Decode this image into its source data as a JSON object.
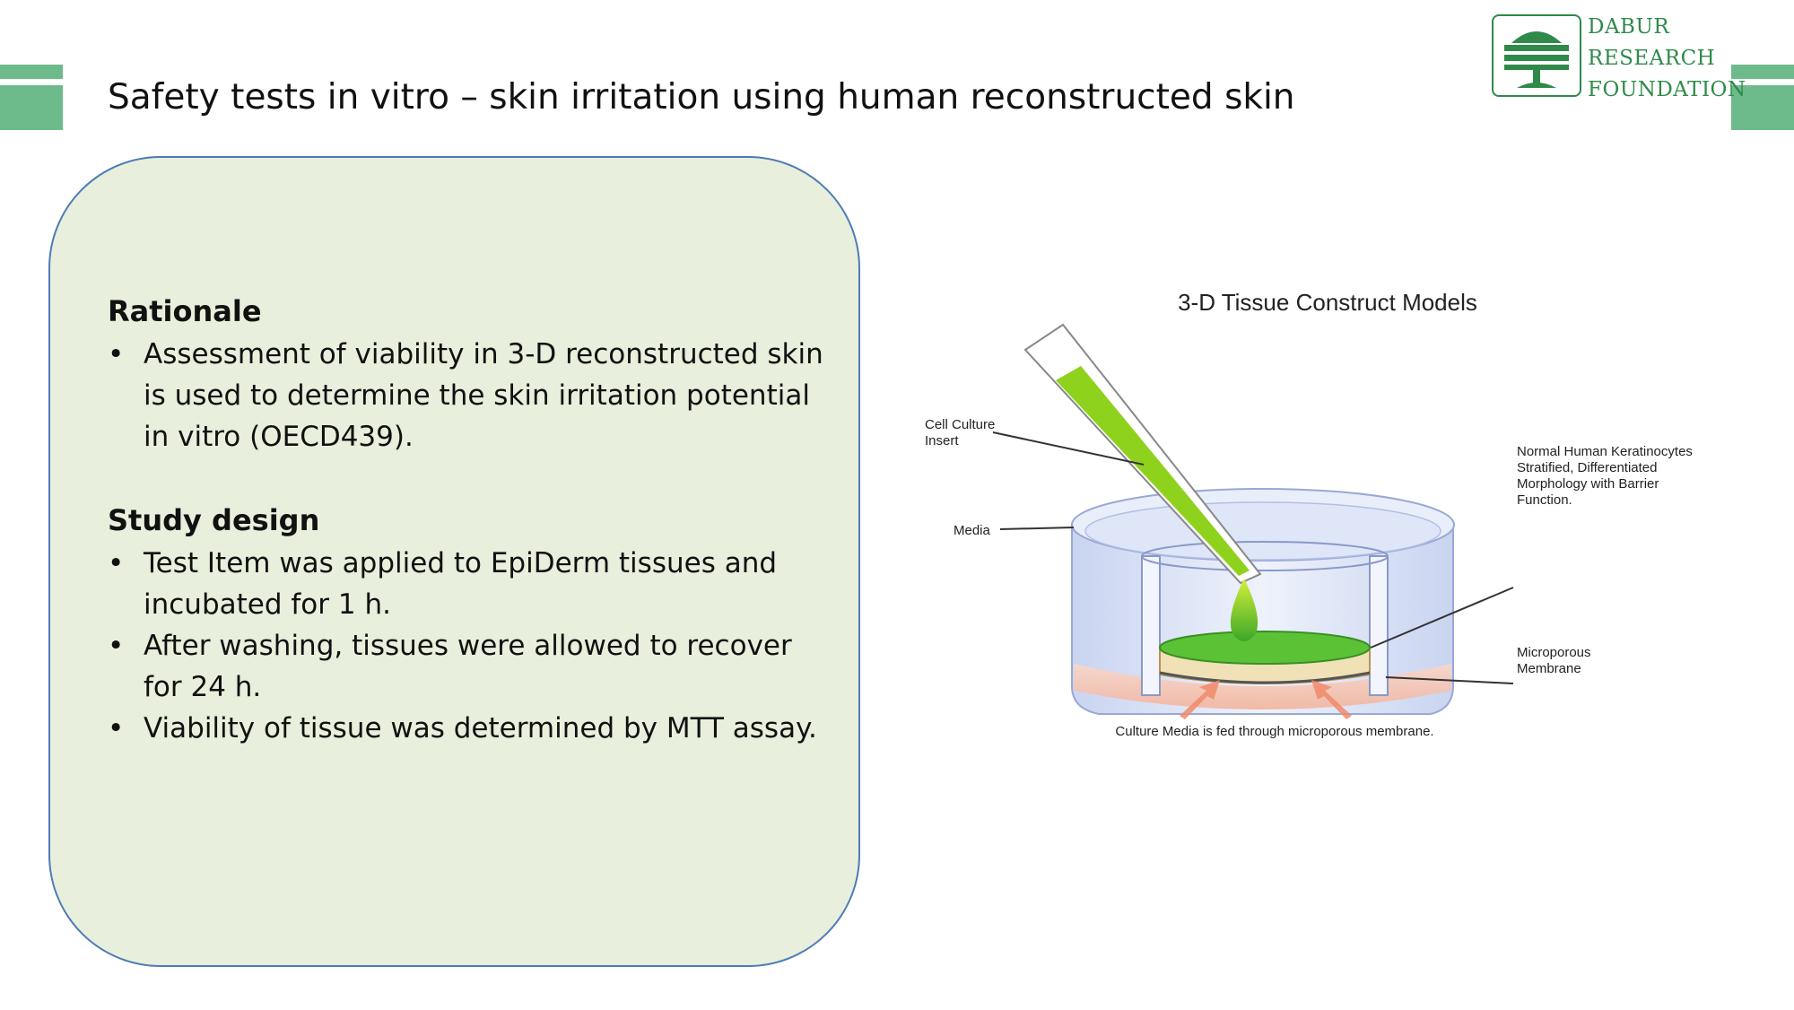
{
  "slide": {
    "title": "Safety tests in vitro – skin irritation using human reconstructed skin"
  },
  "logo": {
    "icon": "tree-icon",
    "line1": "DABUR",
    "line2": "RESEARCH",
    "line3": "FOUNDATION",
    "color": "#2f8a4a"
  },
  "panel": {
    "color": "#e8efdc",
    "border_color": "#4d7cb6",
    "rationale": {
      "heading": "Rationale",
      "bullets": [
        "Assessment of viability in 3-D reconstructed skin is used to determine the skin irritation potential in vitro (OECD439)."
      ]
    },
    "study_design": {
      "heading": "Study design",
      "bullets": [
        "Test Item was applied to  EpiDerm tissues and incubated for 1 h.",
        "After washing, tissues were allowed to recover for 24 h.",
        " Viability of tissue was determined by MTT assay."
      ]
    }
  },
  "diagram": {
    "title": "3-D Tissue Construct Models",
    "labels": {
      "insert_line1": "Cell Culture",
      "insert_line2": "Insert",
      "media": "Media",
      "cells_line1": "Normal Human  Keratinocytes",
      "cells_line2": "Stratified, Differentiated",
      "cells_line3": "Morphology with Barrier",
      "cells_line4": "Function.",
      "membrane_line1": "Microporous",
      "membrane_line2": "Membrane",
      "caption": "Culture Media is fed through microporous membrane."
    }
  },
  "colors": {
    "decor_green": "#6dbb8a",
    "tissue_green": "#3fae2a",
    "media_pink": "#f6c7b6"
  }
}
